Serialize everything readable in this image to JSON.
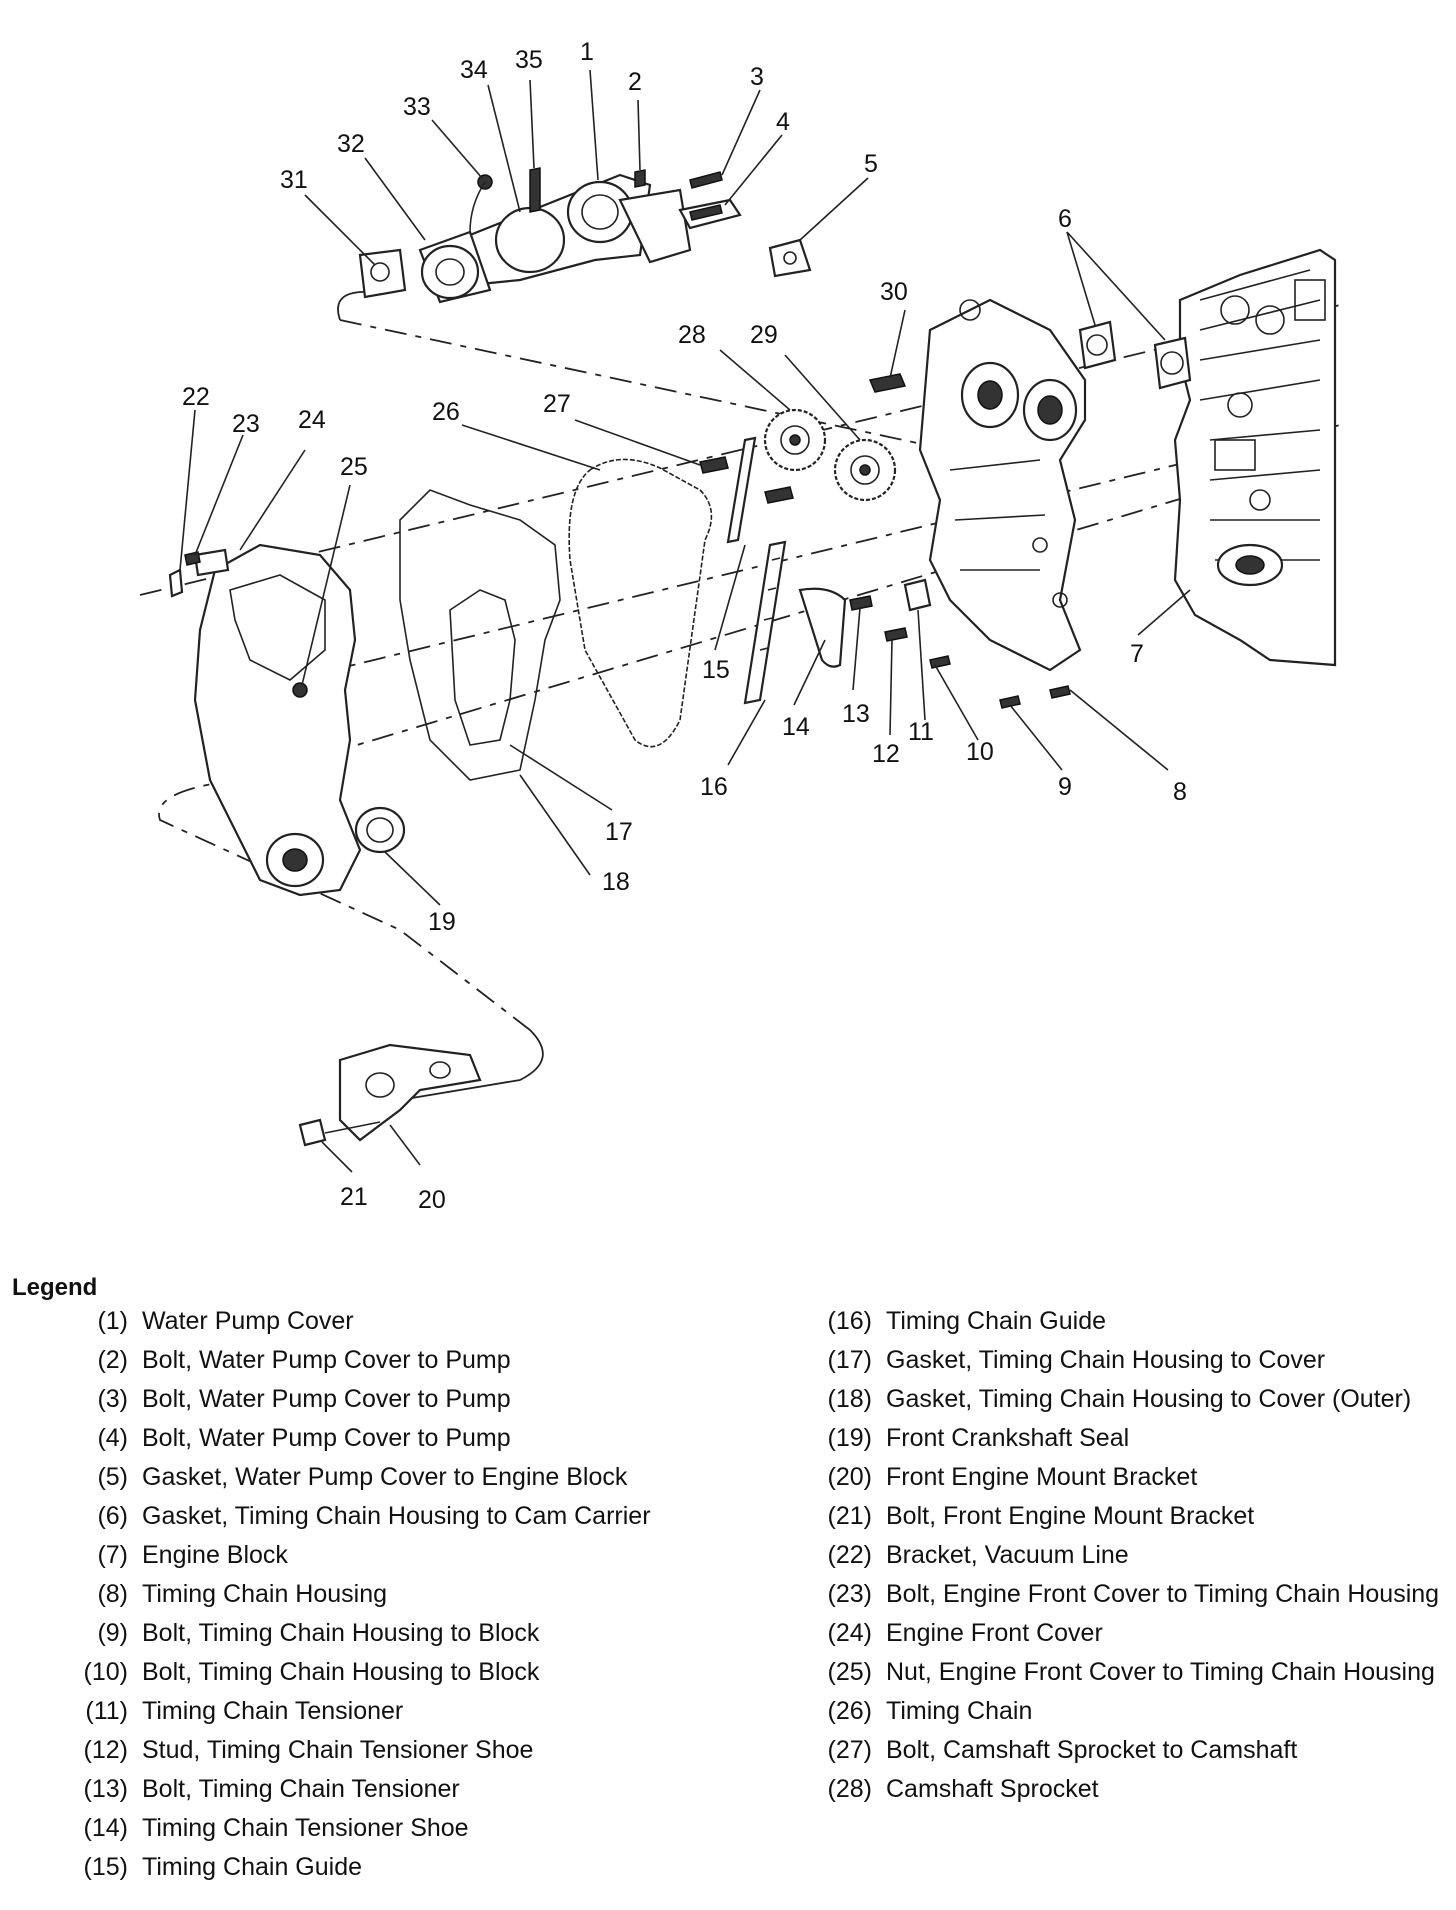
{
  "callouts": [
    "1",
    "2",
    "3",
    "4",
    "5",
    "6",
    "7",
    "8",
    "9",
    "10",
    "11",
    "12",
    "13",
    "14",
    "15",
    "16",
    "17",
    "18",
    "19",
    "20",
    "21",
    "22",
    "23",
    "24",
    "25",
    "26",
    "27",
    "28",
    "29",
    "30",
    "31",
    "32",
    "33",
    "34",
    "35"
  ],
  "legend": {
    "title": "Legend",
    "left": [
      {
        "num": "(1)",
        "text": "Water Pump Cover"
      },
      {
        "num": "(2)",
        "text": "Bolt, Water Pump Cover to Pump"
      },
      {
        "num": "(3)",
        "text": "Bolt, Water Pump Cover to Pump"
      },
      {
        "num": "(4)",
        "text": "Bolt, Water Pump Cover to Pump"
      },
      {
        "num": "(5)",
        "text": "Gasket, Water Pump Cover to Engine Block"
      },
      {
        "num": "(6)",
        "text": "Gasket, Timing Chain Housing to Cam Carrier"
      },
      {
        "num": "(7)",
        "text": "Engine Block"
      },
      {
        "num": "(8)",
        "text": "Timing Chain Housing"
      },
      {
        "num": "(9)",
        "text": "Bolt, Timing Chain Housing to Block"
      },
      {
        "num": "(10)",
        "text": "Bolt, Timing Chain Housing to Block"
      },
      {
        "num": "(11)",
        "text": "Timing Chain Tensioner"
      },
      {
        "num": "(12)",
        "text": "Stud, Timing Chain Tensioner Shoe"
      },
      {
        "num": "(13)",
        "text": "Bolt, Timing Chain Tensioner"
      },
      {
        "num": "(14)",
        "text": "Timing Chain Tensioner Shoe"
      },
      {
        "num": "(15)",
        "text": "Timing Chain Guide"
      }
    ],
    "right": [
      {
        "num": "(16)",
        "text": "Timing Chain Guide"
      },
      {
        "num": "(17)",
        "text": "Gasket, Timing Chain Housing to Cover"
      },
      {
        "num": "(18)",
        "text": "Gasket, Timing Chain Housing to Cover (Outer)"
      },
      {
        "num": "(19)",
        "text": "Front Crankshaft Seal"
      },
      {
        "num": "(20)",
        "text": "Front Engine Mount Bracket"
      },
      {
        "num": "(21)",
        "text": "Bolt, Front Engine Mount Bracket"
      },
      {
        "num": "(22)",
        "text": "Bracket, Vacuum Line"
      },
      {
        "num": "(23)",
        "text": "Bolt, Engine Front Cover to Timing Chain Housing"
      },
      {
        "num": "(24)",
        "text": "Engine Front Cover"
      },
      {
        "num": "(25)",
        "text": "Nut, Engine Front Cover to Timing Chain Housing"
      },
      {
        "num": "(26)",
        "text": "Timing Chain"
      },
      {
        "num": "(27)",
        "text": "Bolt, Camshaft Sprocket to Camshaft"
      },
      {
        "num": "(28)",
        "text": "Camshaft Sprocket"
      }
    ]
  }
}
